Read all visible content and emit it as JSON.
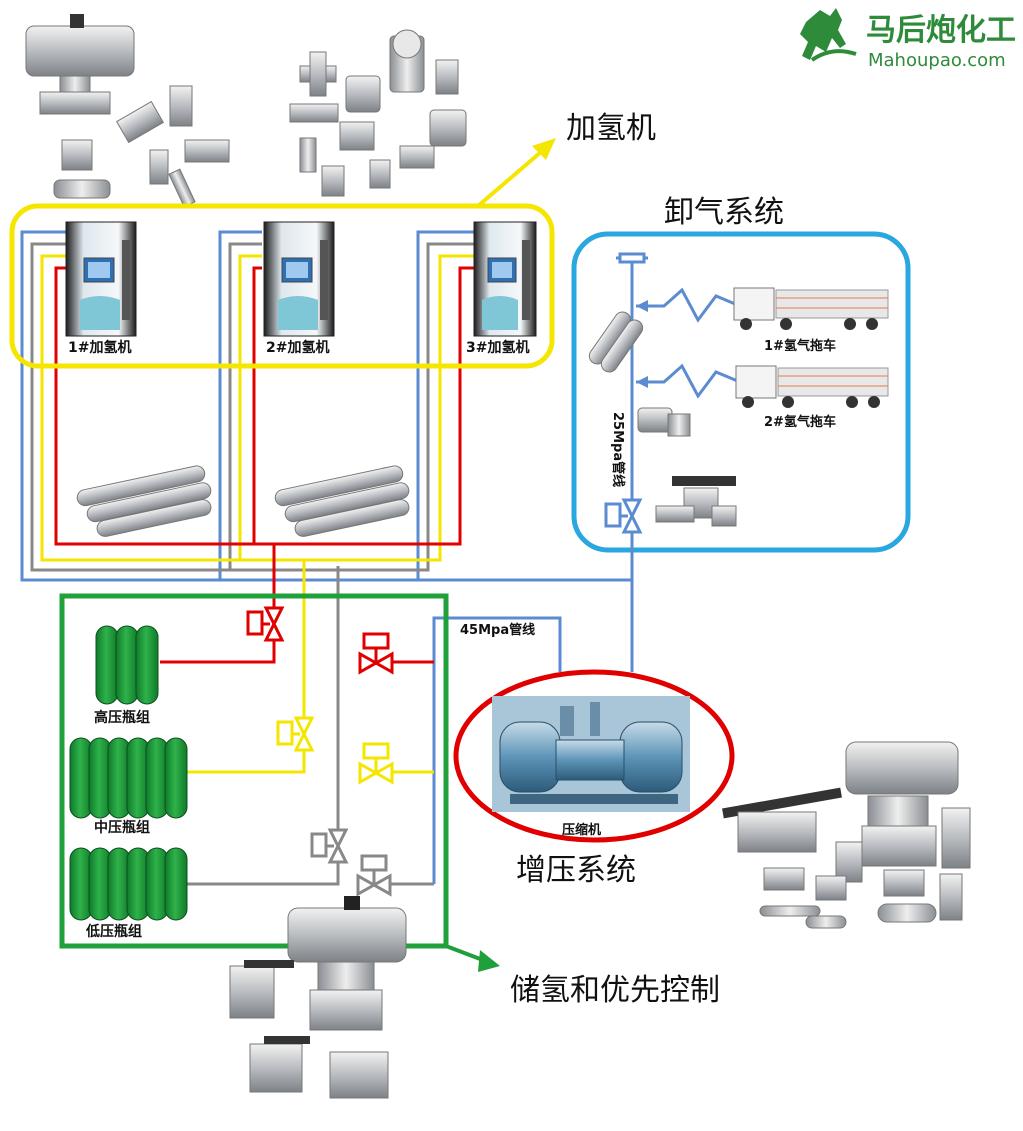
{
  "brand": {
    "cn": "马后炮化工",
    "en": "Mahoupao.com"
  },
  "sections": {
    "dispenser": "加氢机",
    "unloading": "卸气系统",
    "booster": "增压系统",
    "storage": "储氢和优先控制"
  },
  "dispensers": [
    "1#加氢机",
    "2#加氢机",
    "3#加氢机"
  ],
  "trailers": [
    "1#氢气拖车",
    "2#氢气拖车"
  ],
  "pipelines": {
    "p25": "25Mpa管线",
    "p45": "45Mpa管线"
  },
  "storage_banks": [
    "高压瓶组",
    "中压瓶组",
    "低压瓶组"
  ],
  "compressor": "压缩机",
  "colors": {
    "high": "#e00000",
    "medium": "#f5e600",
    "low": "#888888",
    "supply": "#5b8bd0",
    "dispenser_frame": "#f5e600",
    "unloading_frame": "#2aa7e0",
    "booster_frame": "#e00000",
    "storage_frame": "#1fa03a",
    "cylinder": "#1e9a3a",
    "brand_green": "#2e8b3a"
  },
  "icons": [
    "ball-valve-icon",
    "check-valve-icon",
    "hydrogen-cylinder-icon",
    "tube-trailer-icon",
    "compressor-icon",
    "dispenser-icon",
    "pipe-fitting-icon",
    "horse-logo-icon"
  ]
}
